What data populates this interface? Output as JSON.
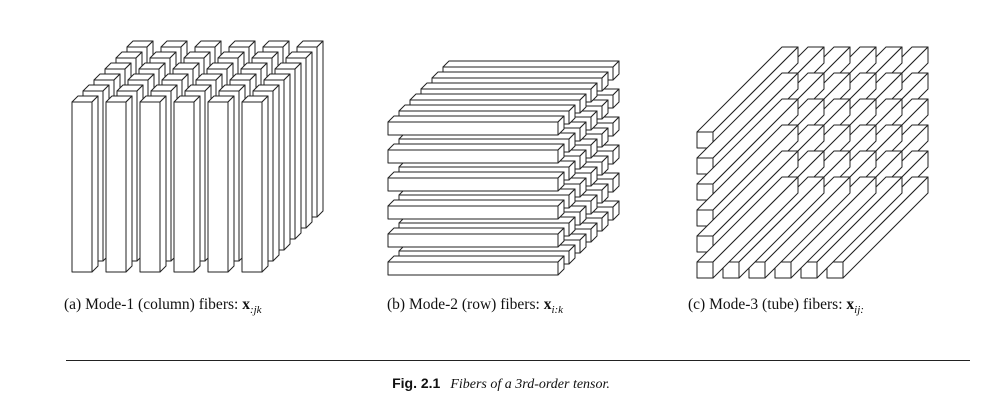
{
  "panels": [
    {
      "id": "a",
      "mode": "column",
      "caption_prefix": "(a) Mode-1 (column) fibers: ",
      "symbol": "x",
      "subscript": ":jk"
    },
    {
      "id": "b",
      "mode": "row",
      "caption_prefix": "(b) Mode-2 (row) fibers: ",
      "symbol": "x",
      "subscript": "i:k"
    },
    {
      "id": "c",
      "mode": "tube",
      "caption_prefix": "(c) Mode-3 (tube) fibers: ",
      "symbol": "x",
      "subscript": "ij:"
    }
  ],
  "figure": {
    "number": "Fig. 2.1",
    "text": "Fibers of a 3rd-order tensor."
  },
  "colors": {
    "stroke": "#222222",
    "fill": "#ffffff"
  }
}
